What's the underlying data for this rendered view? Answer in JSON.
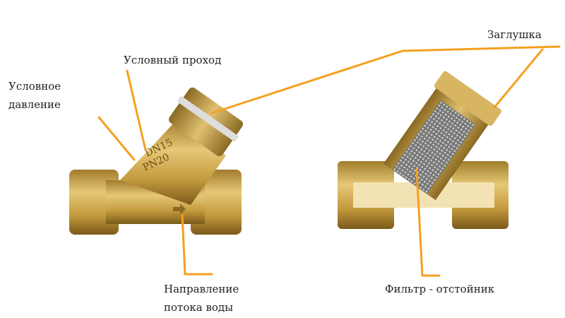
{
  "labels": {
    "nominal_bore": "Условный проход",
    "nominal_pressure_line1": "Условное",
    "nominal_pressure_line2": "давление",
    "plug": "Заглушка",
    "flow_direction_line1": "Направление",
    "flow_direction_line2": "потока воды",
    "filter_sump": "Фильтр - отстойник"
  },
  "valve_markings": {
    "dn": "DN15",
    "pn": "PN20"
  },
  "colors": {
    "leader_line": "#f5a01f",
    "brass": "#c9a24a",
    "brass_dark": "#8a6a22",
    "mesh": "#9a9a9a"
  }
}
